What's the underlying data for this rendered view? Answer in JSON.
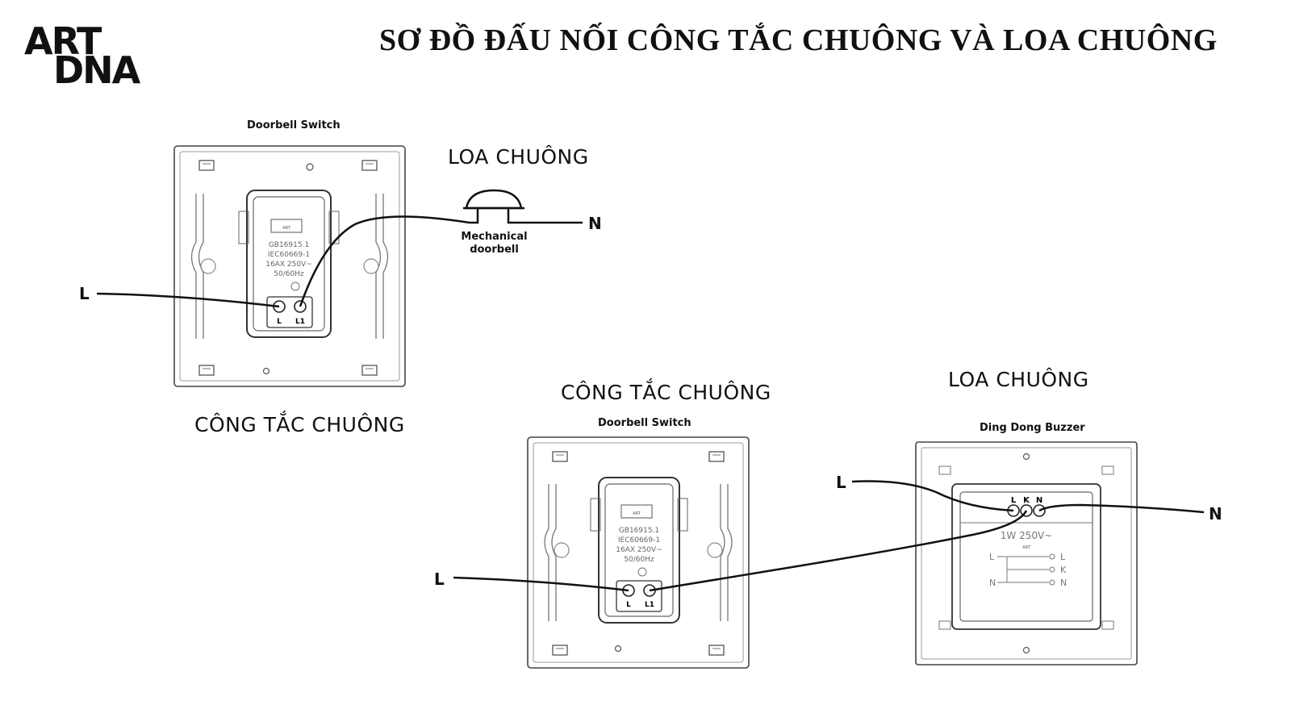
{
  "logo": {
    "line1": "ART",
    "line2": "DNA"
  },
  "title": "SƠ ĐỒ ĐẤU NỐI CÔNG TẮC CHUÔNG VÀ LOA CHUÔNG",
  "top_diagram": {
    "switch_caption": "Doorbell Switch",
    "switch_label": "CÔNG TẮC CHUÔNG",
    "bell_label": "LOA CHUÔNG",
    "bell_caption_line1": "Mechanical",
    "bell_caption_line2": "doorbell",
    "wire_in": "L",
    "wire_out": "N",
    "terminal_l": "L",
    "terminal_l1": "L1"
  },
  "bottom_diagram": {
    "switch_label": "CÔNG TẮC CHUÔNG",
    "switch_caption": "Doorbell Switch",
    "buzzer_label": "LOA CHUÔNG",
    "buzzer_caption": "Ding Dong Buzzer",
    "wire_switch_in": "L",
    "wire_buzzer_l": "L",
    "wire_buzzer_n": "N",
    "terminal_l": "L",
    "terminal_l1": "L1",
    "buzzer_terminals": [
      "L",
      "K",
      "N"
    ],
    "buzzer_rating": "1W 250V~"
  },
  "switch_module_text": [
    "GB16915.1",
    "IEC60669-1",
    "16AX 250V~",
    "50/60Hz"
  ]
}
